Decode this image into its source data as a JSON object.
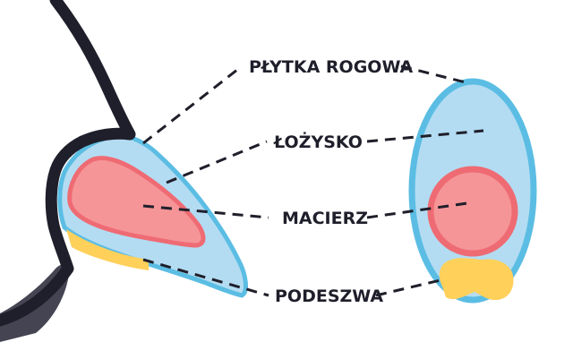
{
  "labels": {
    "plate": "PŁYTKA ROGOWA",
    "bed": "ŁOŻYSKO",
    "matrix": "MACIERZ",
    "sole": "PODESZWA"
  },
  "colors": {
    "outline": "#1f1f2b",
    "toe_fill": "#444452",
    "plate_fill": "#b3dcf2",
    "plate_stroke": "#5bbde3",
    "matrix_fill": "#f59598",
    "matrix_stroke": "#ef6b73",
    "sole_fill": "#ffd05a"
  }
}
